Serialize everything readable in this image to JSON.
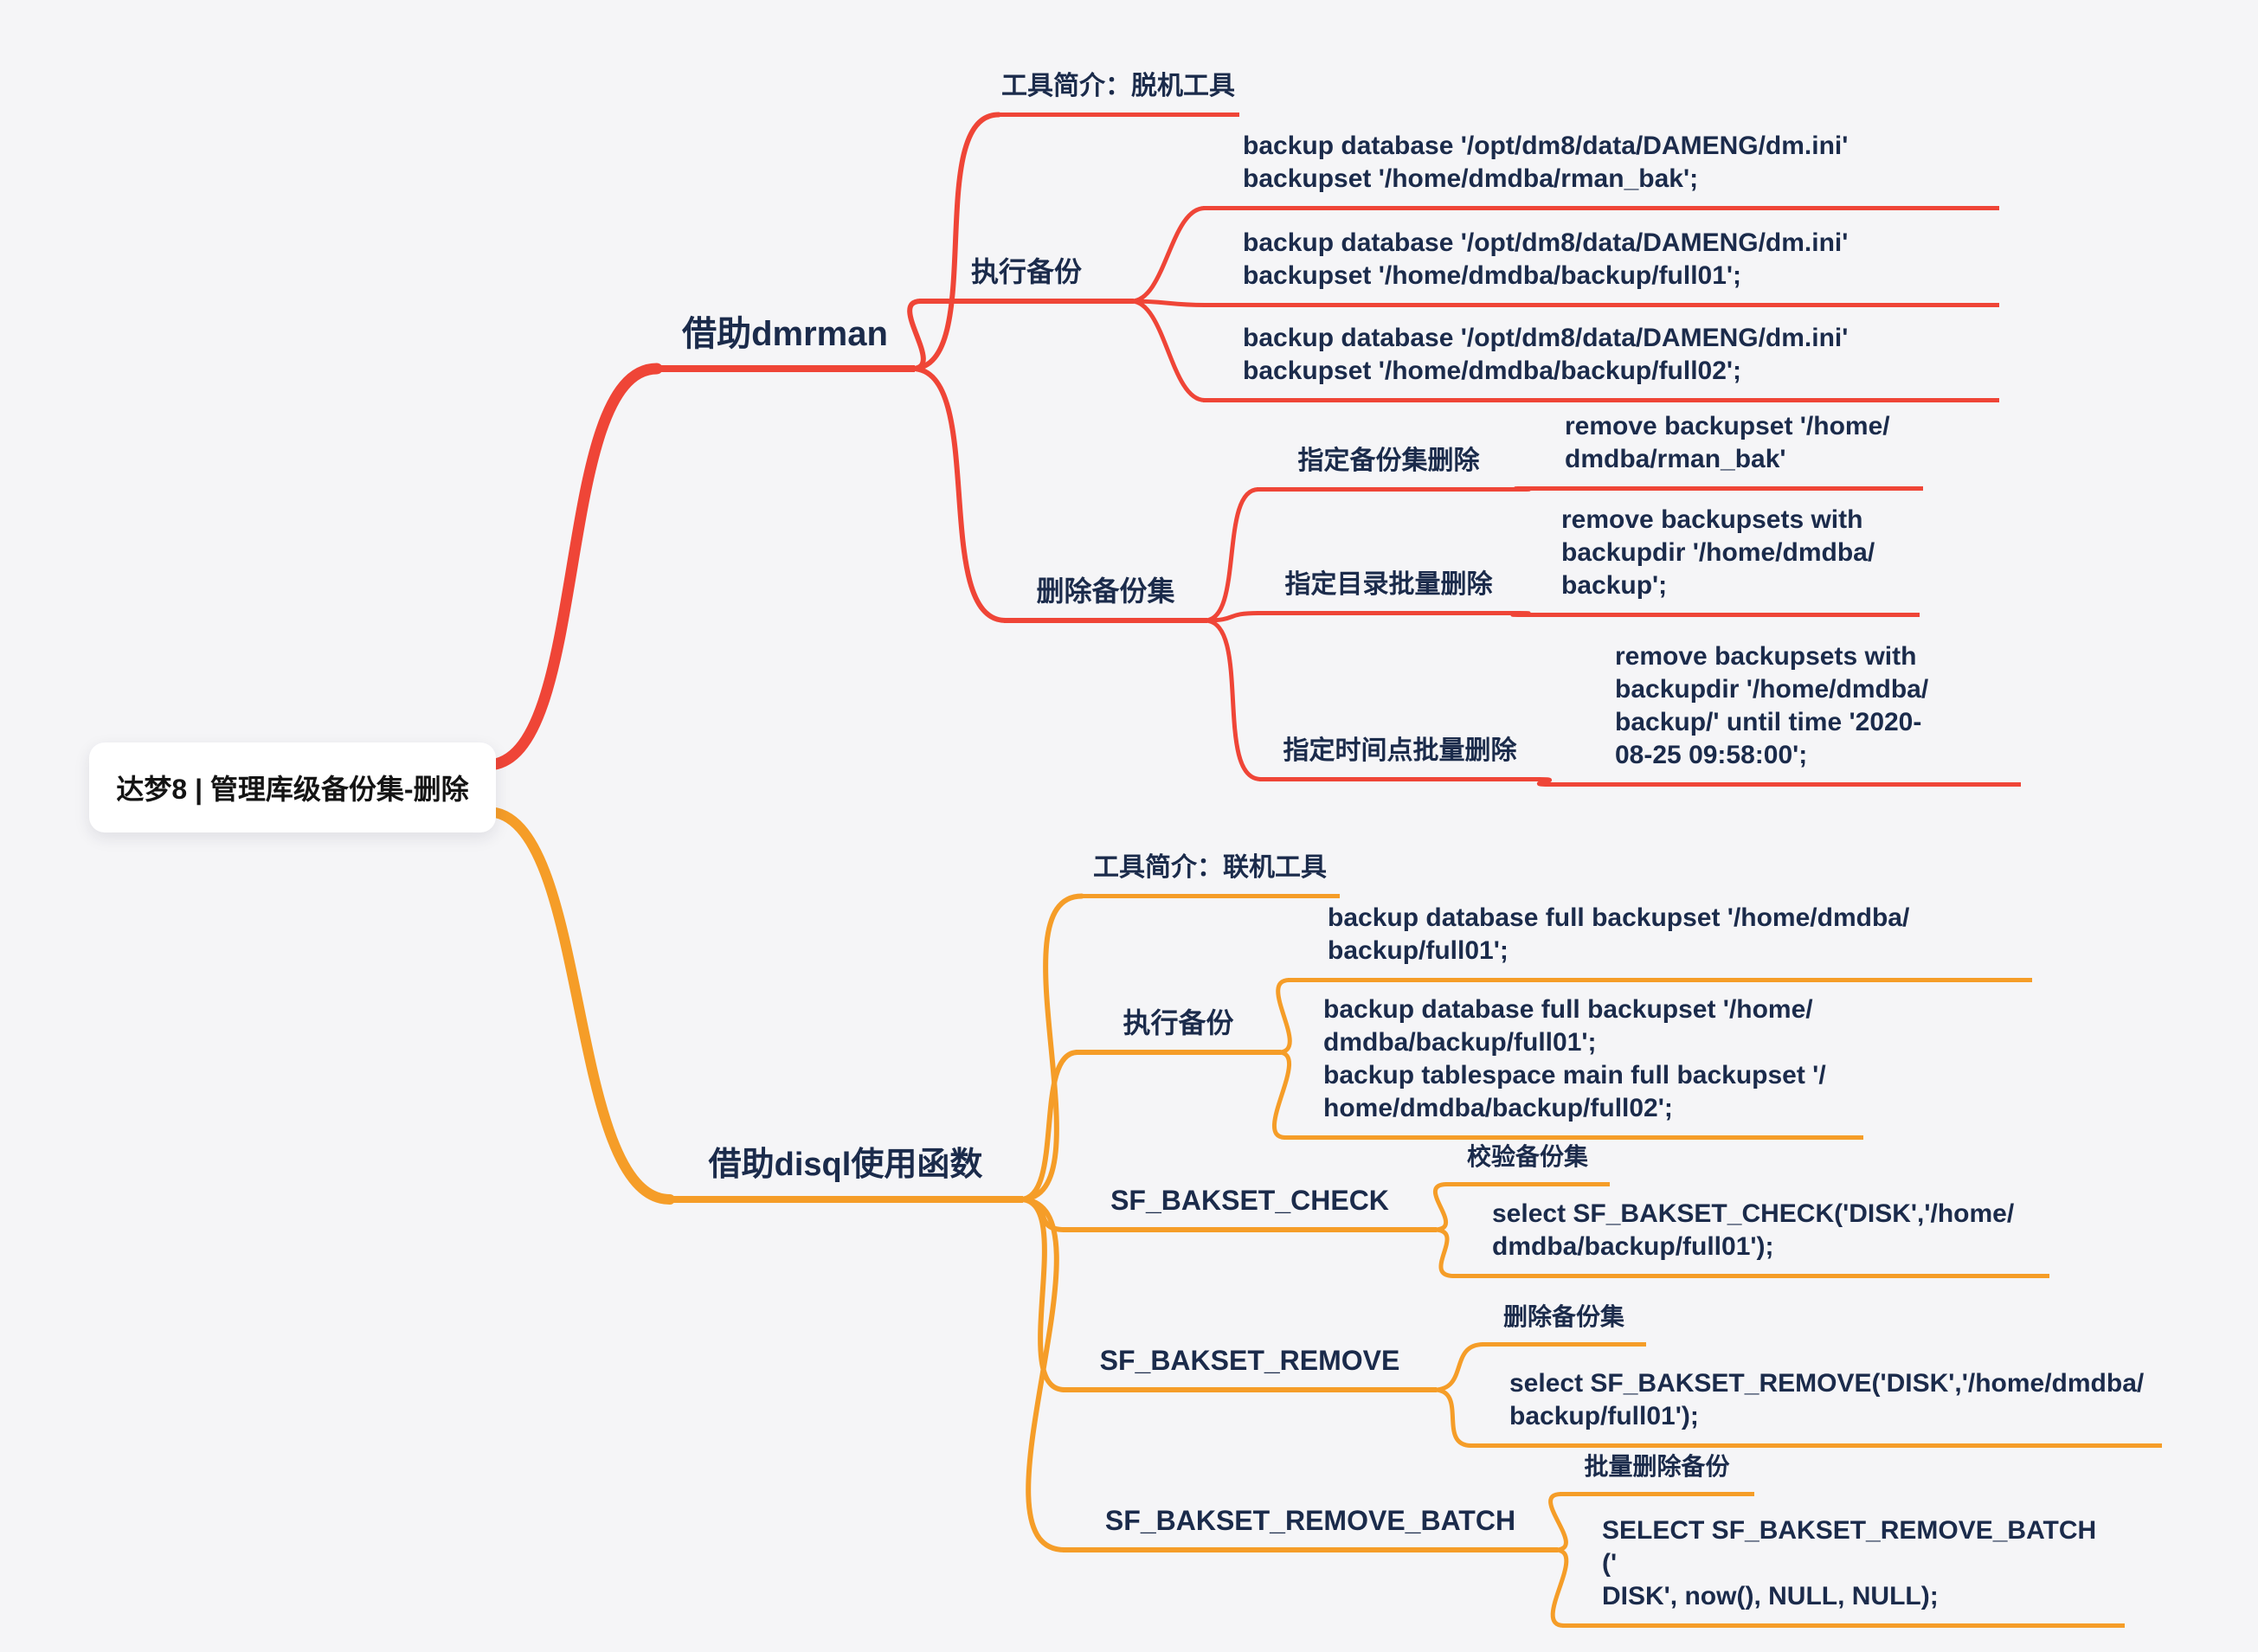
{
  "colors": {
    "red": "#EF4537",
    "orange": "#F59D28",
    "ink": "#1B2B4B",
    "background": "#F5F5F7",
    "root_text": "#141414"
  },
  "map": {
    "root": "达梦8 | 管理库级备份集-删除",
    "dmrman": {
      "label": "借助dmrman",
      "tool_intro": "工具简介：脱机工具",
      "exec": {
        "label": "执行备份",
        "codes": [
          "backup database '/opt/dm8/data/DAMENG/dm.ini'\nbackupset '/home/dmdba/rman_bak';",
          "backup database '/opt/dm8/data/DAMENG/dm.ini'\nbackupset '/home/dmdba/backup/full01';",
          "backup database '/opt/dm8/data/DAMENG/dm.ini'\nbackupset '/home/dmdba/backup/full02';"
        ]
      },
      "delete": {
        "label": "删除备份集",
        "items": [
          {
            "label": "指定备份集删除",
            "code": "remove backupset '/home/\ndmdba/rman_bak'"
          },
          {
            "label": "指定目录批量删除",
            "code": "remove backupsets with\nbackupdir '/home/dmdba/\nbackup';"
          },
          {
            "label": "指定时间点批量删除",
            "code": "remove backupsets with\nbackupdir '/home/dmdba/\nbackup/' until time '2020-\n08-25 09:58:00';"
          }
        ]
      }
    },
    "disql": {
      "label": "借助disql使用函数",
      "tool_intro": "工具简介：联机工具",
      "exec": {
        "label": "执行备份",
        "codes": [
          "backup database full backupset '/home/dmdba/\nbackup/full01';",
          "backup database full backupset '/home/\ndmdba/backup/full01';\nbackup tablespace main full backupset '/\nhome/dmdba/backup/full02';"
        ]
      },
      "functions": [
        {
          "name": "SF_BAKSET_CHECK",
          "purpose": "校验备份集",
          "code": "select SF_BAKSET_CHECK('DISK','/home/\ndmdba/backup/full01');"
        },
        {
          "name": "SF_BAKSET_REMOVE",
          "purpose": "删除备份集",
          "code": "select SF_BAKSET_REMOVE('DISK','/home/dmdba/\nbackup/full01');"
        },
        {
          "name": "SF_BAKSET_REMOVE_BATCH",
          "purpose": "批量删除备份",
          "code": "SELECT SF_BAKSET_REMOVE_BATCH ('\nDISK', now(), NULL, NULL);"
        }
      ]
    }
  }
}
